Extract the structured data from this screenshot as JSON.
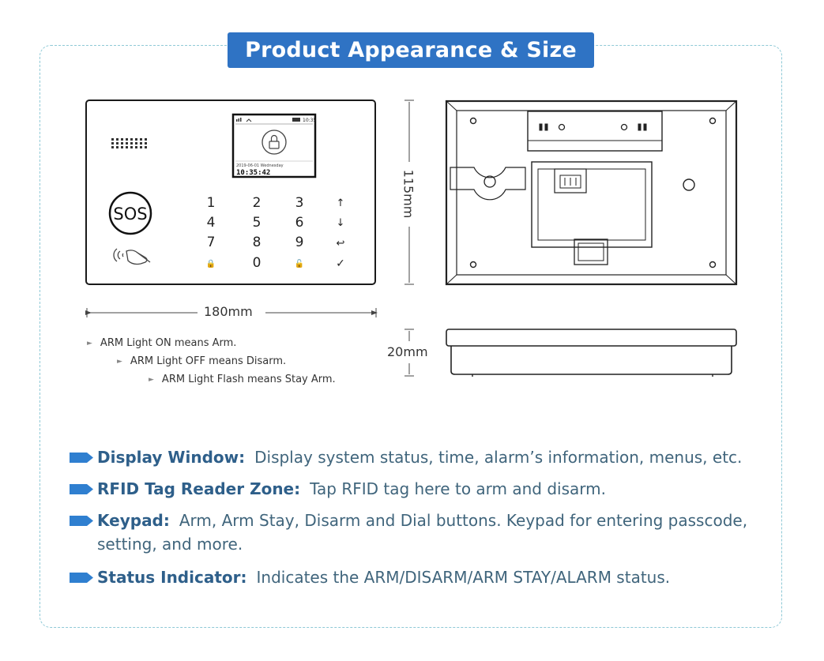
{
  "title": "Product Appearance & Size",
  "dimensions": {
    "width": "180mm",
    "height": "115mm",
    "depth": "20mm"
  },
  "screen": {
    "status_time": "10:35",
    "date_line": "2019-06-01 Wednesday",
    "clock": "10:35:42"
  },
  "panel": {
    "sos_label": "SOS",
    "keys": [
      "1",
      "2",
      "3",
      "↑",
      "4",
      "5",
      "6",
      "↓",
      "7",
      "8",
      "9",
      "↩",
      "🔒",
      "0",
      "🔓",
      "✓"
    ]
  },
  "notes": [
    "ARM Light ON means Arm.",
    "ARM Light OFF means Disarm.",
    "ARM Light Flash means Stay Arm."
  ],
  "features": [
    {
      "label": "Display Window:",
      "desc": "Display system status, time, alarm’s information, menus, etc."
    },
    {
      "label": "RFID Tag Reader Zone:",
      "desc": "Tap RFID tag here to arm and disarm."
    },
    {
      "label": "Keypad:",
      "desc": "Arm, Arm Stay, Disarm and Dial buttons. Keypad for entering passcode, setting, and more."
    },
    {
      "label": "Status Indicator:",
      "desc": "Indicates the ARM/DISARM/ARM STAY/ALARM status."
    }
  ],
  "colors": {
    "banner": "#2f73c4",
    "frame": "#8ec9d6",
    "bullet": "#2f7fd0",
    "feature_label": "#2e5f8a"
  }
}
